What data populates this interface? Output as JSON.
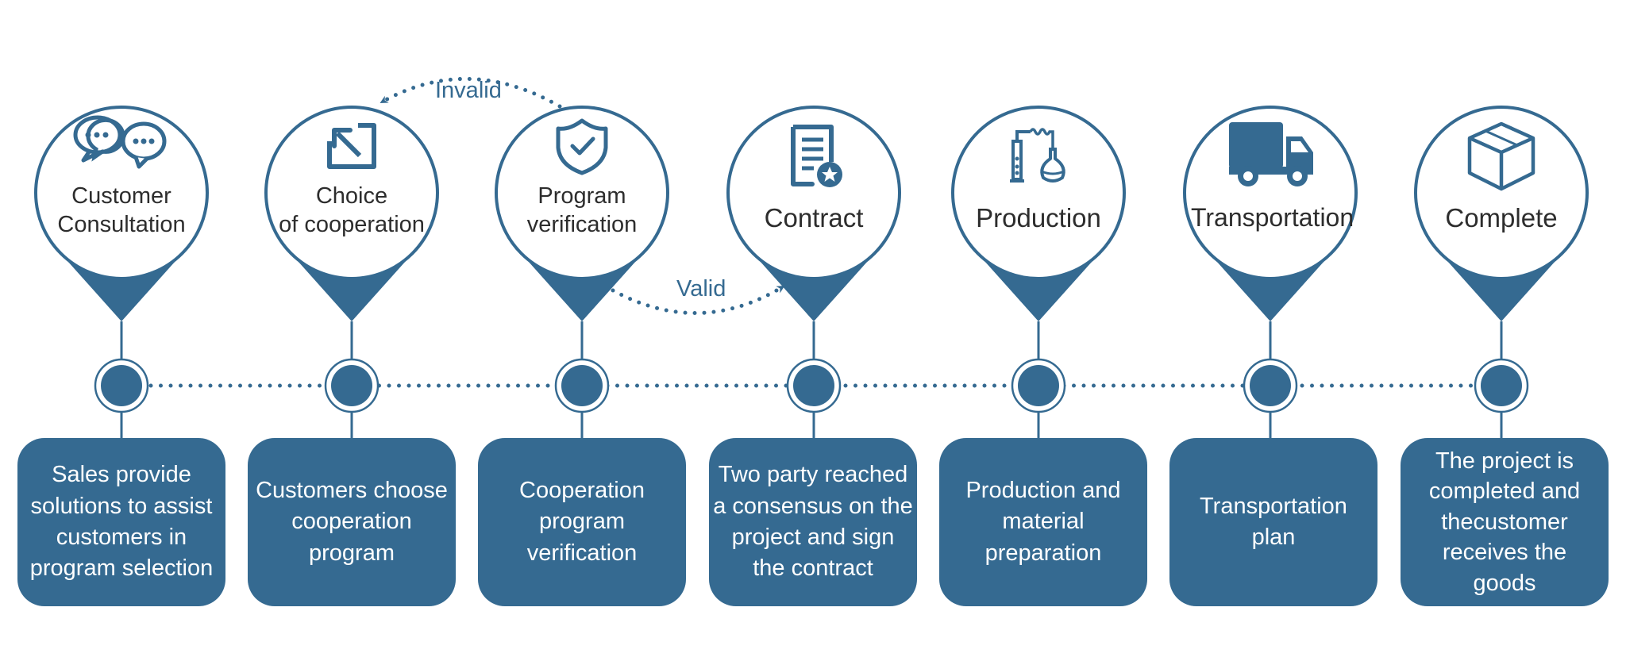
{
  "steps": [
    {
      "title_lines": [
        "Customer",
        "Consultation"
      ],
      "icon": "chat-bubbles-icon",
      "description_lines": [
        "Sales provide",
        "solutions to assist",
        "customers in",
        "program selection"
      ]
    },
    {
      "title_lines": [
        "Choice",
        "of cooperation"
      ],
      "icon": "select-arrow-icon",
      "description_lines": [
        "Customers choose",
        "cooperation",
        "program"
      ]
    },
    {
      "title_lines": [
        "Program",
        "verification"
      ],
      "icon": "shield-check-icon",
      "description_lines": [
        "Cooperation",
        "program",
        "verification"
      ]
    },
    {
      "title_lines": [
        "Contract"
      ],
      "icon": "contract-document-icon",
      "description_lines": [
        "Two party reached",
        "a consensus on the",
        "project and sign",
        "the contract"
      ]
    },
    {
      "title_lines": [
        "Production"
      ],
      "icon": "lab-flask-icon",
      "description_lines": [
        "Production and",
        "material",
        "preparation"
      ]
    },
    {
      "title_lines": [
        "Transportation"
      ],
      "icon": "truck-icon",
      "description_lines": [
        "Transportation",
        "plan"
      ]
    },
    {
      "title_lines": [
        "Complete"
      ],
      "icon": "box-icon",
      "description_lines": [
        "The project is",
        "completed and",
        "thecustomer",
        "receives the",
        "goods"
      ]
    }
  ],
  "arcs": {
    "invalid_label": "Invalid",
    "valid_label": "Valid"
  },
  "colors": {
    "primary": "#356a91",
    "pin_fill": "#ffffff",
    "title_text": "#2d2d2d",
    "box_text": "#ffffff"
  }
}
